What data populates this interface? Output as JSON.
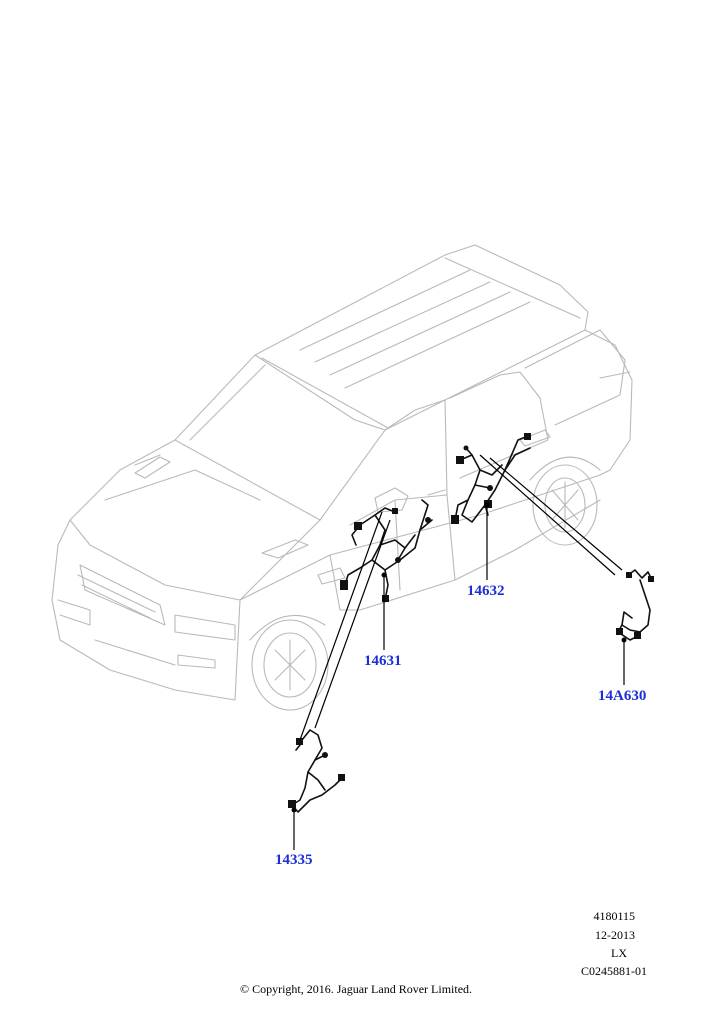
{
  "colors": {
    "part_link": "#1a2fd6",
    "car_outline": "#b9b9b9",
    "harness": "#111111",
    "leader": "#000000"
  },
  "parts": [
    {
      "id": "14632",
      "label": "14632"
    },
    {
      "id": "14631",
      "label": "14631"
    },
    {
      "id": "14A630",
      "label": "14A630"
    },
    {
      "id": "14335",
      "label": "14335"
    }
  ],
  "meta": {
    "illustration_number": "4180115",
    "date": "12-2013",
    "model": "LX",
    "drawing_code": "C0245881-01"
  },
  "copyright": "© Copyright, 2016. Jaguar Land Rover Limited."
}
